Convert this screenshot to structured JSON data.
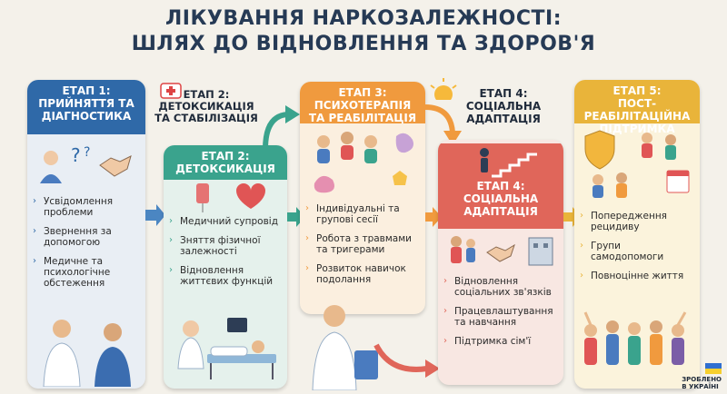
{
  "title": {
    "line1": "ЛІКУВАННЯ НАРКОЗАЛЕЖНОСТІ:",
    "line2": "ШЛЯХ ДО ВІДНОВЛЕННЯ ТА ЗДОРОВ'Я"
  },
  "stage1": {
    "stage": "ЕТАП 1:",
    "name": "ПРИЙНЯТТЯ ТА ДІАГНОСТИКА",
    "items": [
      "Усвідомлення проблеми",
      "Звернення за допомогою",
      "Медичне та психологічне обстеження"
    ],
    "color": "#2f69a8",
    "body_color": "#e9eef4"
  },
  "stage2_label": {
    "stage": "ЕТАП 2:",
    "name": "ДЕТОКСИКАЦІЯ ТА СТАБІЛІЗАЦІЯ"
  },
  "stage2": {
    "stage": "ЕТАП 2:",
    "name": "ДЕТОКСИКАЦІЯ",
    "items": [
      "Медичний супровід",
      "Зняття фізичної залежності",
      "Відновлення життєвих функцій"
    ],
    "color": "#3aa38d",
    "body_color": "#e5f1ec"
  },
  "stage3": {
    "stage": "ЕТАП 3:",
    "name": "ПСИХОТЕРАПІЯ ТА РЕАБІЛІТАЦІЯ",
    "items": [
      "Індивідуальні та групові сесії",
      "Робота з травмами та тригерами",
      "Розвиток навичок подолання"
    ],
    "color": "#f09a3e",
    "body_color": "#fbefdf"
  },
  "stage4_label": {
    "stage": "ЕТАП 4:",
    "name": "СОЦІАЛЬНА АДАПТАЦІЯ"
  },
  "stage4": {
    "stage": "ЕТАП 4:",
    "name": "СОЦІАЛЬНА АДАПТАЦІЯ",
    "items": [
      "Відновлення соціальних зв'язків",
      "Працевлаштування та навчання",
      "Підтримка сім'ї"
    ],
    "color": "#e0665a",
    "body_color": "#f8e7e2"
  },
  "stage5": {
    "stage": "ЕТАП 5:",
    "name": "ПОСТ-РЕАБІЛІТАЦІЙНА ПІДТРИМКА",
    "items": [
      "Попередження рецидиву",
      "Групи самодопомоги",
      "Повноцінне життя"
    ],
    "color": "#e9b43a",
    "body_color": "#fbf3dc"
  },
  "logo": {
    "line1": "ЗРОБЛЕНО",
    "line2": "В УКРАЇНІ"
  },
  "icons": {
    "bullet": "chevron-right-icon",
    "arrow": "arrow-right-icon"
  }
}
